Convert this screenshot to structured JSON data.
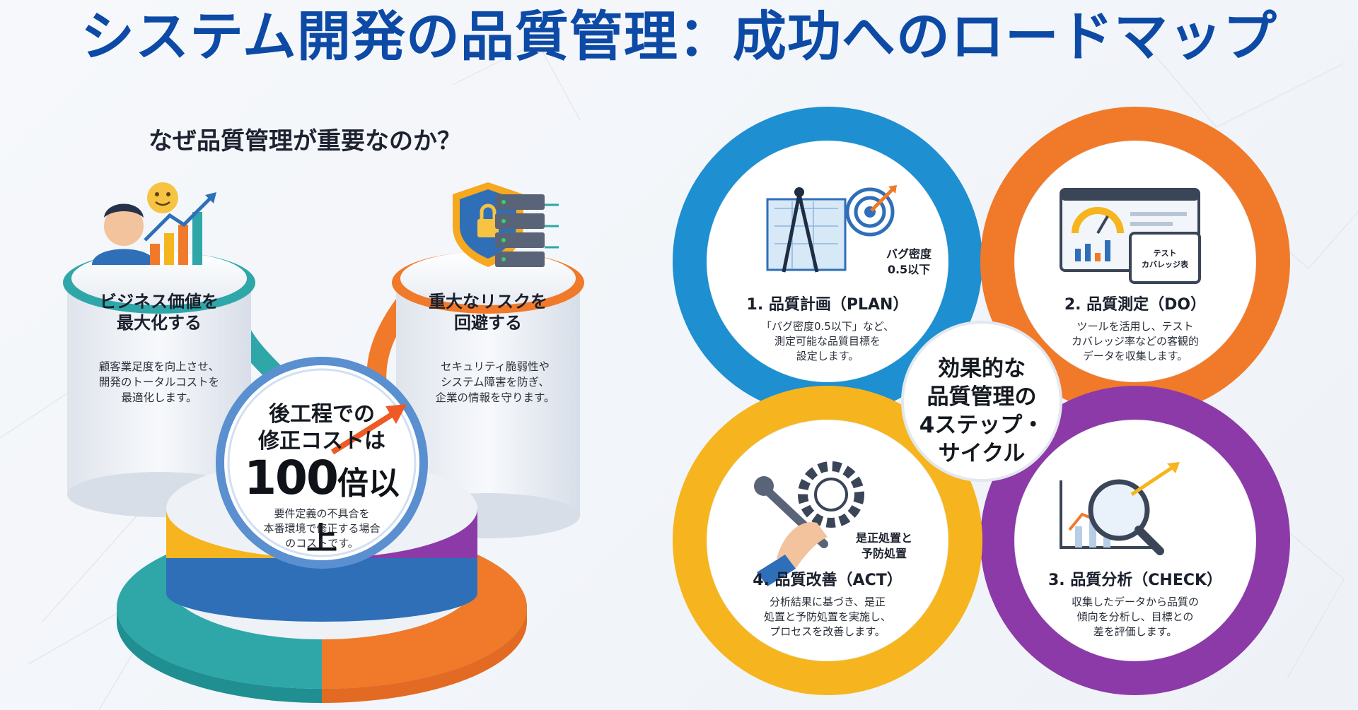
{
  "title": "システム開発の品質管理：成功へのロードマップ",
  "left": {
    "subtitle": "なぜ品質管理が重要なのか？",
    "pillar_business": {
      "heading_line1": "ビジネス価値を",
      "heading_line2": "最大化する",
      "body_line1": "顧客業足度を向上させ、",
      "body_line2": "開発のトータルコストを",
      "body_line3": "最適化します。"
    },
    "pillar_risk": {
      "heading_line1": "重大なリスクを",
      "heading_line2": "回避する",
      "body_line1": "セキュリティ脆弱性や",
      "body_line2": "システム障害を防ぎ、",
      "body_line3": "企業の情報を守ります。"
    },
    "center": {
      "line1": "後工程での",
      "line2": "修正コストは",
      "number": "100",
      "unit": "倍以上",
      "note_line1": "要件定義の不具合を",
      "note_line2": "本番環境で修正する場合",
      "note_line3": "のコストです。"
    }
  },
  "cycle": {
    "center_line1": "効果的な",
    "center_line2": "品質管理の",
    "center_line3": "4ステップ・",
    "center_line4": "サイクル",
    "colors": {
      "plan": "#1e8fd0",
      "do": "#f07a2a",
      "act": "#f6b51e",
      "check": "#8c3aa8"
    },
    "plan": {
      "icon_label_line1": "バグ密度",
      "icon_label_line2": "0.5以下",
      "heading": "1. 品質計画（PLAN）",
      "body_line1": "「バグ密度0.5以下」など、",
      "body_line2": "測定可能な品質目標を",
      "body_line3": "設定します。"
    },
    "do": {
      "icon_label_line1": "テスト",
      "icon_label_line2": "カバレッジ表",
      "heading": "2. 品質測定（DO）",
      "body_line1": "ツールを活用し、テスト",
      "body_line2": "カバレッジ率などの客観的",
      "body_line3": "データを収集します。"
    },
    "act": {
      "icon_label_line1": "是正処置と",
      "icon_label_line2": "予防処置",
      "heading": "4. 品質改善（ACT）",
      "body_line1": "分析結果に基づき、是正",
      "body_line2": "処置と予防処置を実施し、",
      "body_line3": "プロセスを改善します。"
    },
    "check": {
      "heading": "3. 品質分析（CHECK）",
      "body_line1": "収集したデータから品質の",
      "body_line2": "傾向を分析し、目標との",
      "body_line3": "差を評価します。"
    }
  }
}
